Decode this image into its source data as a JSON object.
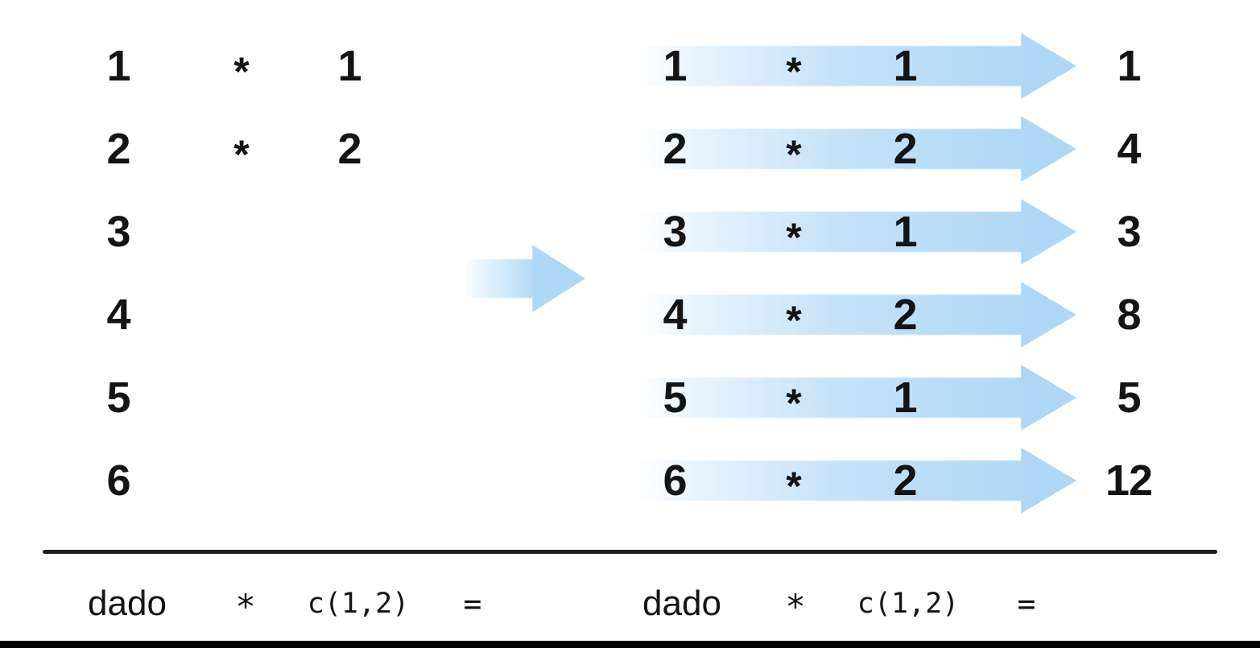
{
  "figure": {
    "description_icon": "right-arrow",
    "colors": {
      "arrow_blue": "#aed7f5",
      "text": "#141414",
      "rule": "#1e1e1e",
      "bottom_bar": "#000000"
    }
  },
  "left": {
    "rows": [
      {
        "a": "1",
        "op": "*",
        "b": "1"
      },
      {
        "a": "2",
        "op": "*",
        "b": "2"
      },
      {
        "a": "3"
      },
      {
        "a": "4"
      },
      {
        "a": "5"
      },
      {
        "a": "6"
      }
    ]
  },
  "right": {
    "rows": [
      {
        "a": "1",
        "op": "*",
        "b": "1",
        "result": "1"
      },
      {
        "a": "2",
        "op": "*",
        "b": "2",
        "result": "4"
      },
      {
        "a": "3",
        "op": "*",
        "b": "1",
        "result": "3"
      },
      {
        "a": "4",
        "op": "*",
        "b": "2",
        "result": "8"
      },
      {
        "a": "5",
        "op": "*",
        "b": "1",
        "result": "5"
      },
      {
        "a": "6",
        "op": "*",
        "b": "2",
        "result": "12"
      }
    ]
  },
  "formulas": {
    "left": {
      "vector": "dado",
      "operator": "*",
      "argument": "c(1,2)",
      "equals": "="
    },
    "right": {
      "vector": "dado",
      "operator": "*",
      "argument": "c(1,2)",
      "equals": "="
    }
  }
}
